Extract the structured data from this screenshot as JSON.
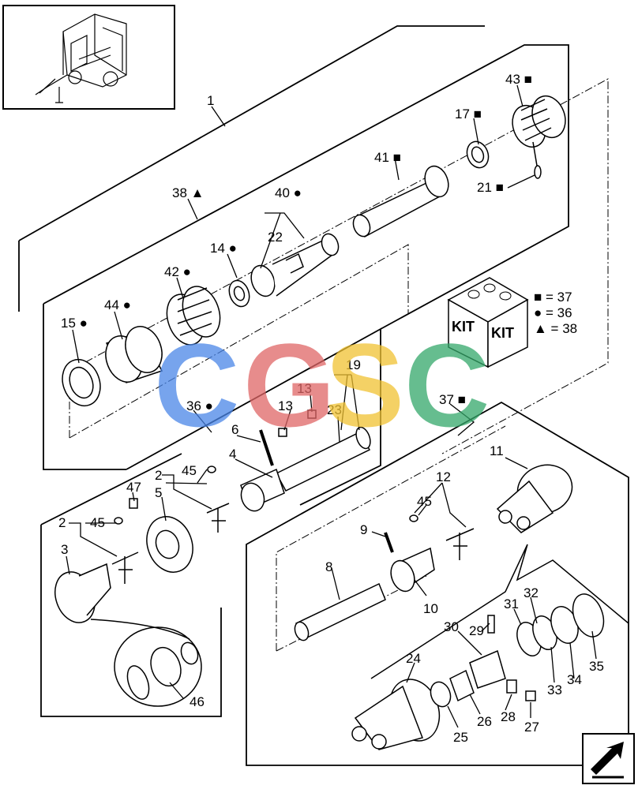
{
  "watermark": {
    "letters": [
      "C",
      "G",
      "S",
      "C"
    ],
    "colors": [
      "#4a86e8",
      "#e06666",
      "#f1c232",
      "#34a86a"
    ]
  },
  "kit_legend": {
    "box_text_1": "KIT",
    "box_text_2": "KIT",
    "square_text": "■ = 37",
    "circle_text": "● = 36",
    "triangle_text": "▲ = 38"
  },
  "callouts": {
    "c1": "1",
    "c38": "38 ▲",
    "c40": "40 ●",
    "c22": "22",
    "c14": "14 ●",
    "c42": "42 ●",
    "c44": "44 ●",
    "c15": "15 ●",
    "c41": "41 ■",
    "c17": "17 ■",
    "c43": "43 ■",
    "c21": "21 ■",
    "c36": "36 ●",
    "c19": "19",
    "c13a": "13",
    "c13b": "13",
    "c23": "23",
    "c6": "6",
    "c4": "4",
    "c2a": "2",
    "c45a": "45",
    "c47": "47",
    "c5": "5",
    "c2b": "2",
    "c45b": "45",
    "c3": "3",
    "c46": "46",
    "c37": "37 ■",
    "c11": "11",
    "c12": "12",
    "c45c": "45",
    "c9": "9",
    "c8": "8",
    "c10": "10",
    "c31": "31",
    "c32": "32",
    "c30": "30",
    "c29": "29",
    "c24": "24",
    "c35": "35",
    "c33": "33",
    "c34": "34",
    "c26": "26",
    "c25": "25",
    "c28": "28",
    "c27": "27"
  }
}
